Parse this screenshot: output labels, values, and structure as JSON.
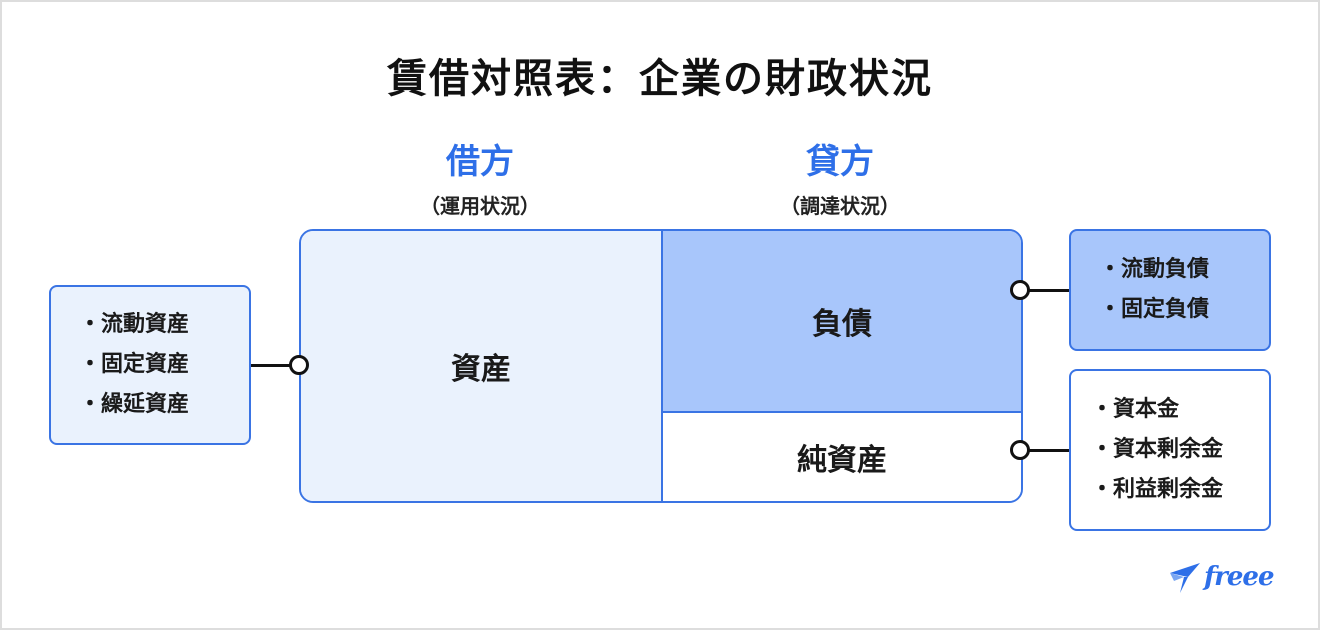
{
  "title": "賃借対照表：企業の財政状況",
  "debit": {
    "heading": "借方",
    "subheading": "（運用状況）"
  },
  "credit": {
    "heading": "貸方",
    "subheading": "（調達状況）"
  },
  "blocks": {
    "assets": "資産",
    "liabilities": "負債",
    "net_assets": "純資産"
  },
  "asset_items": [
    "流動資産",
    "固定資産",
    "繰延資産"
  ],
  "liability_items": [
    "流動負債",
    "固定負債"
  ],
  "net_asset_items": [
    "資本金",
    "資本剰余金",
    "利益剰余金"
  ],
  "logo": {
    "text": "freee",
    "icon": "bird-logo-icon"
  },
  "colors": {
    "accent": "#2e6fe8",
    "light_fill": "#eaf2fd",
    "mid_fill": "#a8c6fb",
    "border": "#3a74e4"
  }
}
